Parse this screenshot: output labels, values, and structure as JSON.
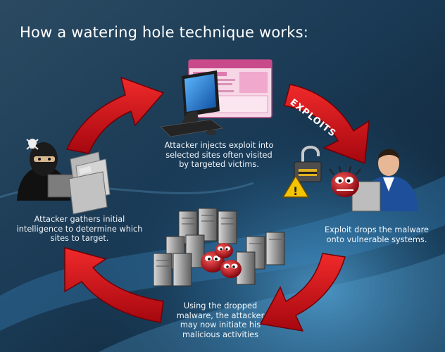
{
  "title": "How a watering hole technique works:",
  "arrow_label": "EXPLOITS",
  "captions": {
    "inject": "Attacker injects exploit into selected sites often visited by targeted victims.",
    "gather": "Attacker gathers initial intelligence to determine which sites to target.",
    "drop": "Exploit drops the malware onto vulnerable systems.",
    "use": "Using the dropped malware, the attacker may now initiate his malicious activities"
  },
  "icons": {
    "attacker": "hooded-attacker-icon",
    "folders": "folders-icon",
    "computer": "computer-icon",
    "website": "website-icon",
    "lock": "open-padlock-icon",
    "warning": "warning-icon",
    "victim": "victim-user-icon",
    "malware": "malware-bug-icon",
    "servers": "server-rack-icon"
  },
  "colors": {
    "background_dark": "#0f2233",
    "background_mid": "#1d5a82",
    "arrow_red": "#c8101c",
    "text": "#ffffff"
  }
}
